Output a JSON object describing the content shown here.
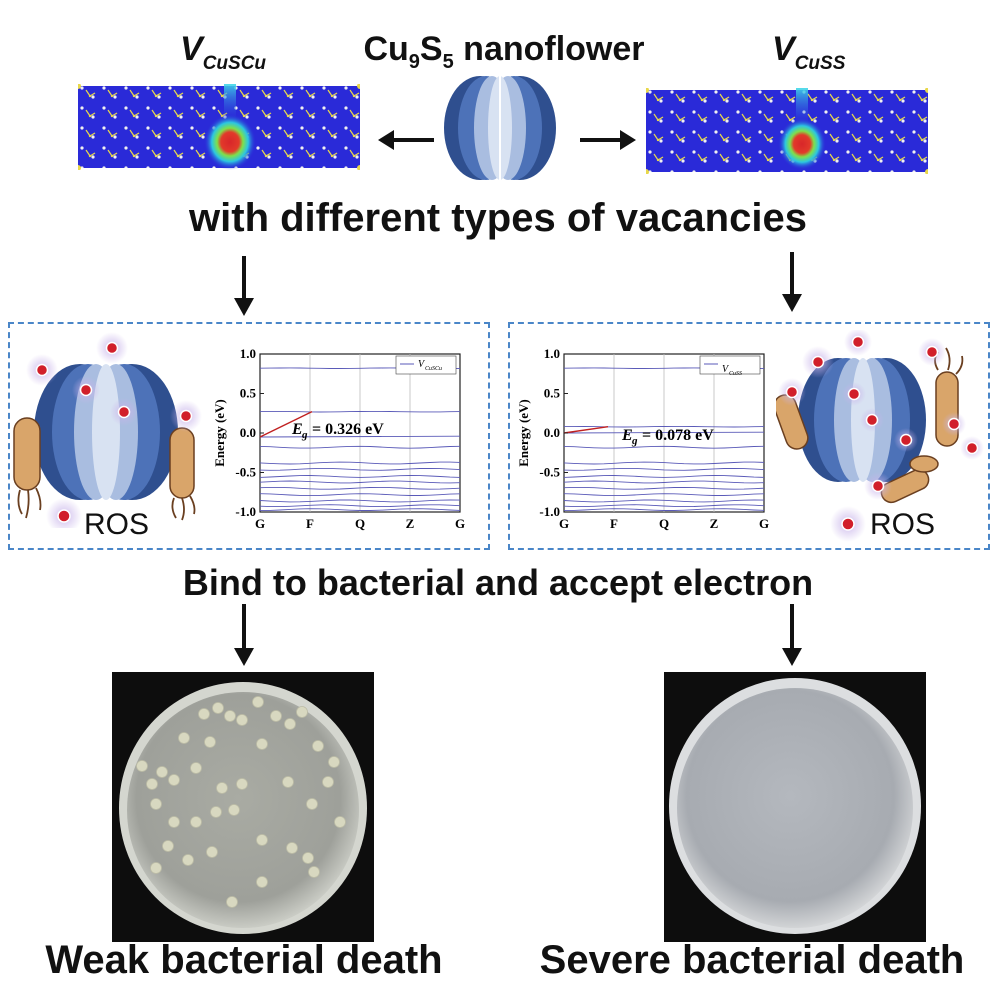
{
  "header": {
    "left_vacancy": {
      "main": "V",
      "sub": "CuSCu"
    },
    "right_vacancy": {
      "main": "V",
      "sub": "CuSS"
    },
    "center_title": {
      "formula_a": "Cu",
      "sub_a": "9",
      "formula_b": "S",
      "sub_b": "5",
      "rest": " nanoflower"
    }
  },
  "line_vacancies": "with different types of vacancies",
  "line_bind": "Bind  to bacterial and accept electron",
  "left_panel": {
    "ros_label": "ROS",
    "chart": {
      "legend_main": "V",
      "legend_sub": "CuSCu",
      "gap_symbol": "E",
      "gap_sub": "g",
      "gap_text": "= 0.326 eV",
      "ylabel": "Energy (eV)",
      "yticks": [
        "1.0",
        "0.5",
        "0.0",
        "-0.5",
        "-1.0"
      ],
      "xticks": [
        "G",
        "F",
        "Q",
        "Z",
        "G"
      ]
    }
  },
  "right_panel": {
    "ros_label": "ROS",
    "chart": {
      "legend_main": "V",
      "legend_sub": "CuSS",
      "gap_symbol": "E",
      "gap_sub": "g",
      "gap_text": "= 0.078 eV",
      "ylabel": "Energy (eV)",
      "yticks": [
        "1.0",
        "0.5",
        "0.0",
        "-0.5",
        "-1.0"
      ],
      "xticks": [
        "G",
        "F",
        "Q",
        "Z",
        "G"
      ]
    }
  },
  "captions": {
    "left": "Weak bacterial death",
    "right": "Severe bacterial death"
  },
  "colors": {
    "panel_border": "#4a86c8",
    "lattice_bg": "#2a2ad8",
    "hotspot": "#e0332a",
    "band_line": "#5a5ab8",
    "gap_line": "#c02020",
    "ros_dot": "#d11f2a",
    "ros_glow": "#c8b4ea",
    "bacteria": "#d9a56a",
    "nanoflower_dark": "#2f4f8f",
    "nanoflower_light": "#d8e2f2"
  }
}
